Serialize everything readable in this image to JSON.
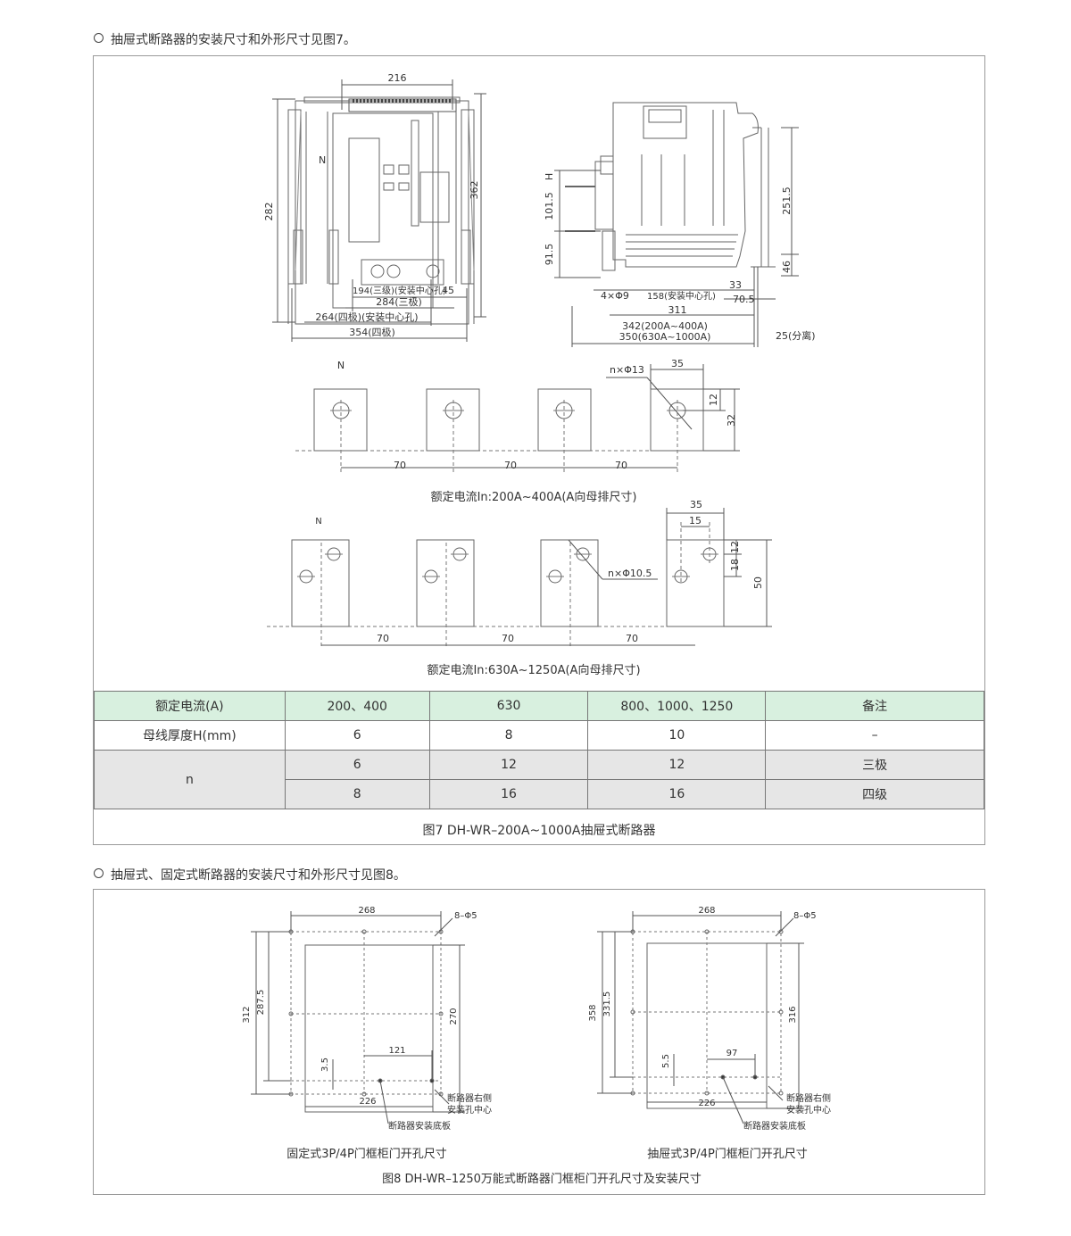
{
  "intro1": "抽屉式断路器的安装尺寸和外形尺寸见图7。",
  "intro2": "抽屉式、固定式断路器的安装尺寸和外形尺寸见图8。",
  "fig7": {
    "front": {
      "n_label": "N",
      "d216": "216",
      "d282": "282",
      "d362": "362",
      "d194": "194(三级)(安装中心孔)",
      "d45": "45",
      "d284": "284(三极)",
      "d264": "264(四极)(安装中心孔)",
      "d354": "354(四极)"
    },
    "side": {
      "dH": "H",
      "d1015": "101.5",
      "d915": "91.5",
      "d2515": "251.5",
      "d46": "46",
      "d4phi9": "4×Φ9",
      "d158": "158(安装中心孔)",
      "d33": "33",
      "d705": "70.5",
      "d311": "311",
      "d342": "342(200A~400A)",
      "d350": "350(630A~1000A)",
      "d25": "25(分离)"
    },
    "bus1": {
      "n_label": "N",
      "hole": "n×Φ13",
      "d35": "35",
      "d12": "12",
      "d32": "32",
      "spacing": [
        "70",
        "70",
        "70"
      ],
      "caption": "额定电流In:200A~400A(A向母排尺寸)"
    },
    "bus2": {
      "n_label": "N",
      "hole": "n×Φ10.5",
      "d35": "35",
      "d15": "15",
      "d12": "12",
      "d18": "18",
      "d50": "50",
      "spacing": [
        "70",
        "70",
        "70"
      ],
      "caption": "额定电流In:630A~1250A(A向母排尺寸)"
    },
    "table": {
      "header": [
        "额定电流(A)",
        "200、400",
        "630",
        "800、1000、1250",
        "备注"
      ],
      "row_h": [
        "母线厚度H(mm)",
        "6",
        "8",
        "10",
        "–"
      ],
      "n_label": "n",
      "row_n1": [
        "6",
        "12",
        "12",
        "三极"
      ],
      "row_n2": [
        "8",
        "16",
        "16",
        "四级"
      ]
    },
    "caption": "图7  DH-WR–200A~1000A抽屉式断路器"
  },
  "fig8": {
    "left": {
      "d268": "268",
      "d8phi5": "8–Φ5",
      "d312": "312",
      "d2875": "287.5",
      "d270": "270",
      "d121": "121",
      "d35": "3.5",
      "d226": "226",
      "note_right_1": "断路器右侧",
      "note_right_2": "安装孔中心",
      "note_base": "断路器安装底板",
      "caption": "固定式3P/4P门框柜门开孔尺寸"
    },
    "right": {
      "d268": "268",
      "d8phi5": "8–Φ5",
      "d358": "358",
      "d3315": "331.5",
      "d316": "316",
      "d97": "97",
      "d55": "5.5",
      "d226": "226",
      "note_right_1": "断路器右侧",
      "note_right_2": "安装孔中心",
      "note_base": "断路器安装底板",
      "caption": "抽屉式3P/4P门框柜门开孔尺寸"
    },
    "caption": "图8  DH-WR–1250万能式断路器门框柜门开孔尺寸及安装尺寸"
  }
}
